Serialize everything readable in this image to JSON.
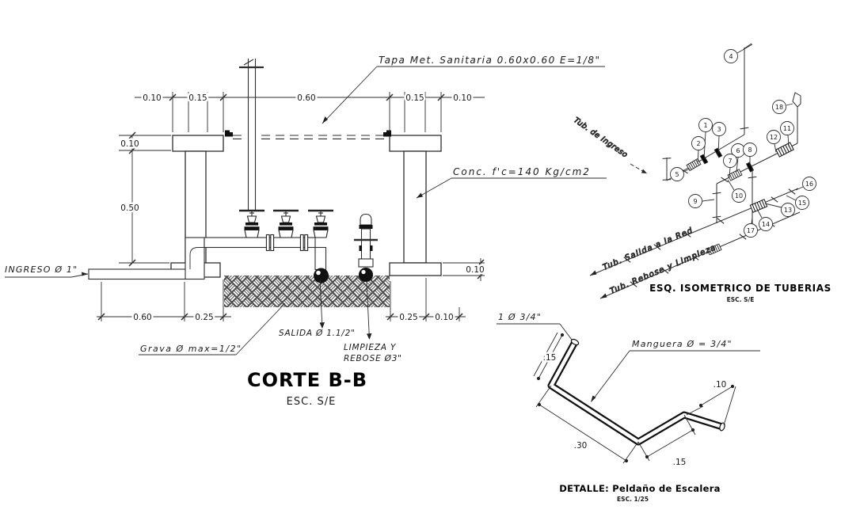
{
  "corte": {
    "title": "CORTE B-B",
    "scale": "ESC. S/E",
    "labels": {
      "tapa": "Tapa Met. Sanitaria 0.60x0.60 E=1/8\"",
      "conc": "Conc. f'c=140 Kg/cm2",
      "ingreso": "INGRESO Ø 1\"",
      "salida": "SALIDA Ø 1.1/2\"",
      "limpieza_line1": "LIMPIEZA Y",
      "limpieza_line2": "REBOSE Ø3\"",
      "grava": "Grava Ø max=1/2\""
    },
    "dims": {
      "top_1": "0.10",
      "top_2": "0.15",
      "top_3": "0.60",
      "top_4": "0.15",
      "top_5": "0.10",
      "left_1": "0.10",
      "left_2": "0.50",
      "bottom_left_1": "0.60",
      "bottom_left_2": "0.25",
      "bottom_right_1": "0.25",
      "bottom_right_2": "0.10",
      "right_1": "0.10"
    }
  },
  "isometrico": {
    "title": "ESQ. ISOMETRICO DE TUBERIAS",
    "scale": "ESC. S/E",
    "labels": {
      "ingreso": "Tub. de Ingreso",
      "salida": "Tub. Salida a la Red",
      "rebose": "Tub. Rebose y Limpieza"
    },
    "balloons": [
      {
        "n": "1"
      },
      {
        "n": "2"
      },
      {
        "n": "3"
      },
      {
        "n": "4"
      },
      {
        "n": "5"
      },
      {
        "n": "6"
      },
      {
        "n": "7"
      },
      {
        "n": "8"
      },
      {
        "n": "9"
      },
      {
        "n": "10"
      },
      {
        "n": "11"
      },
      {
        "n": "12"
      },
      {
        "n": "13"
      },
      {
        "n": "14"
      },
      {
        "n": "15"
      },
      {
        "n": "16"
      },
      {
        "n": "17"
      },
      {
        "n": "18"
      }
    ]
  },
  "detalle": {
    "title": "DETALLE: Peldaño de Escalera",
    "scale": "ESC. 1/25",
    "labels": {
      "rod": "1 Ø 3/4\"",
      "manguera": "Manguera Ø = 3/4\""
    },
    "dims": {
      "d1": ".15",
      "d2": ".30",
      "d3": ".15",
      "d4": ".10"
    }
  }
}
